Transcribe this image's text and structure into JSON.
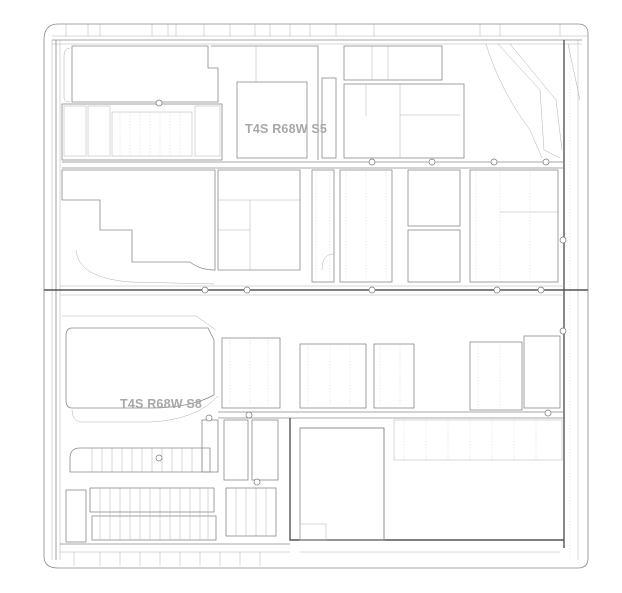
{
  "map": {
    "type": "parcel-plat-map",
    "sections": [
      {
        "id": "s5",
        "label": "T4S R68W S5"
      },
      {
        "id": "s8",
        "label": "T4S R68W S8"
      }
    ],
    "colors": {
      "background": "#ffffff",
      "boundary_line": "#8a8a8a",
      "major_road": "#555555",
      "section_label": "#a8a8a8"
    }
  }
}
